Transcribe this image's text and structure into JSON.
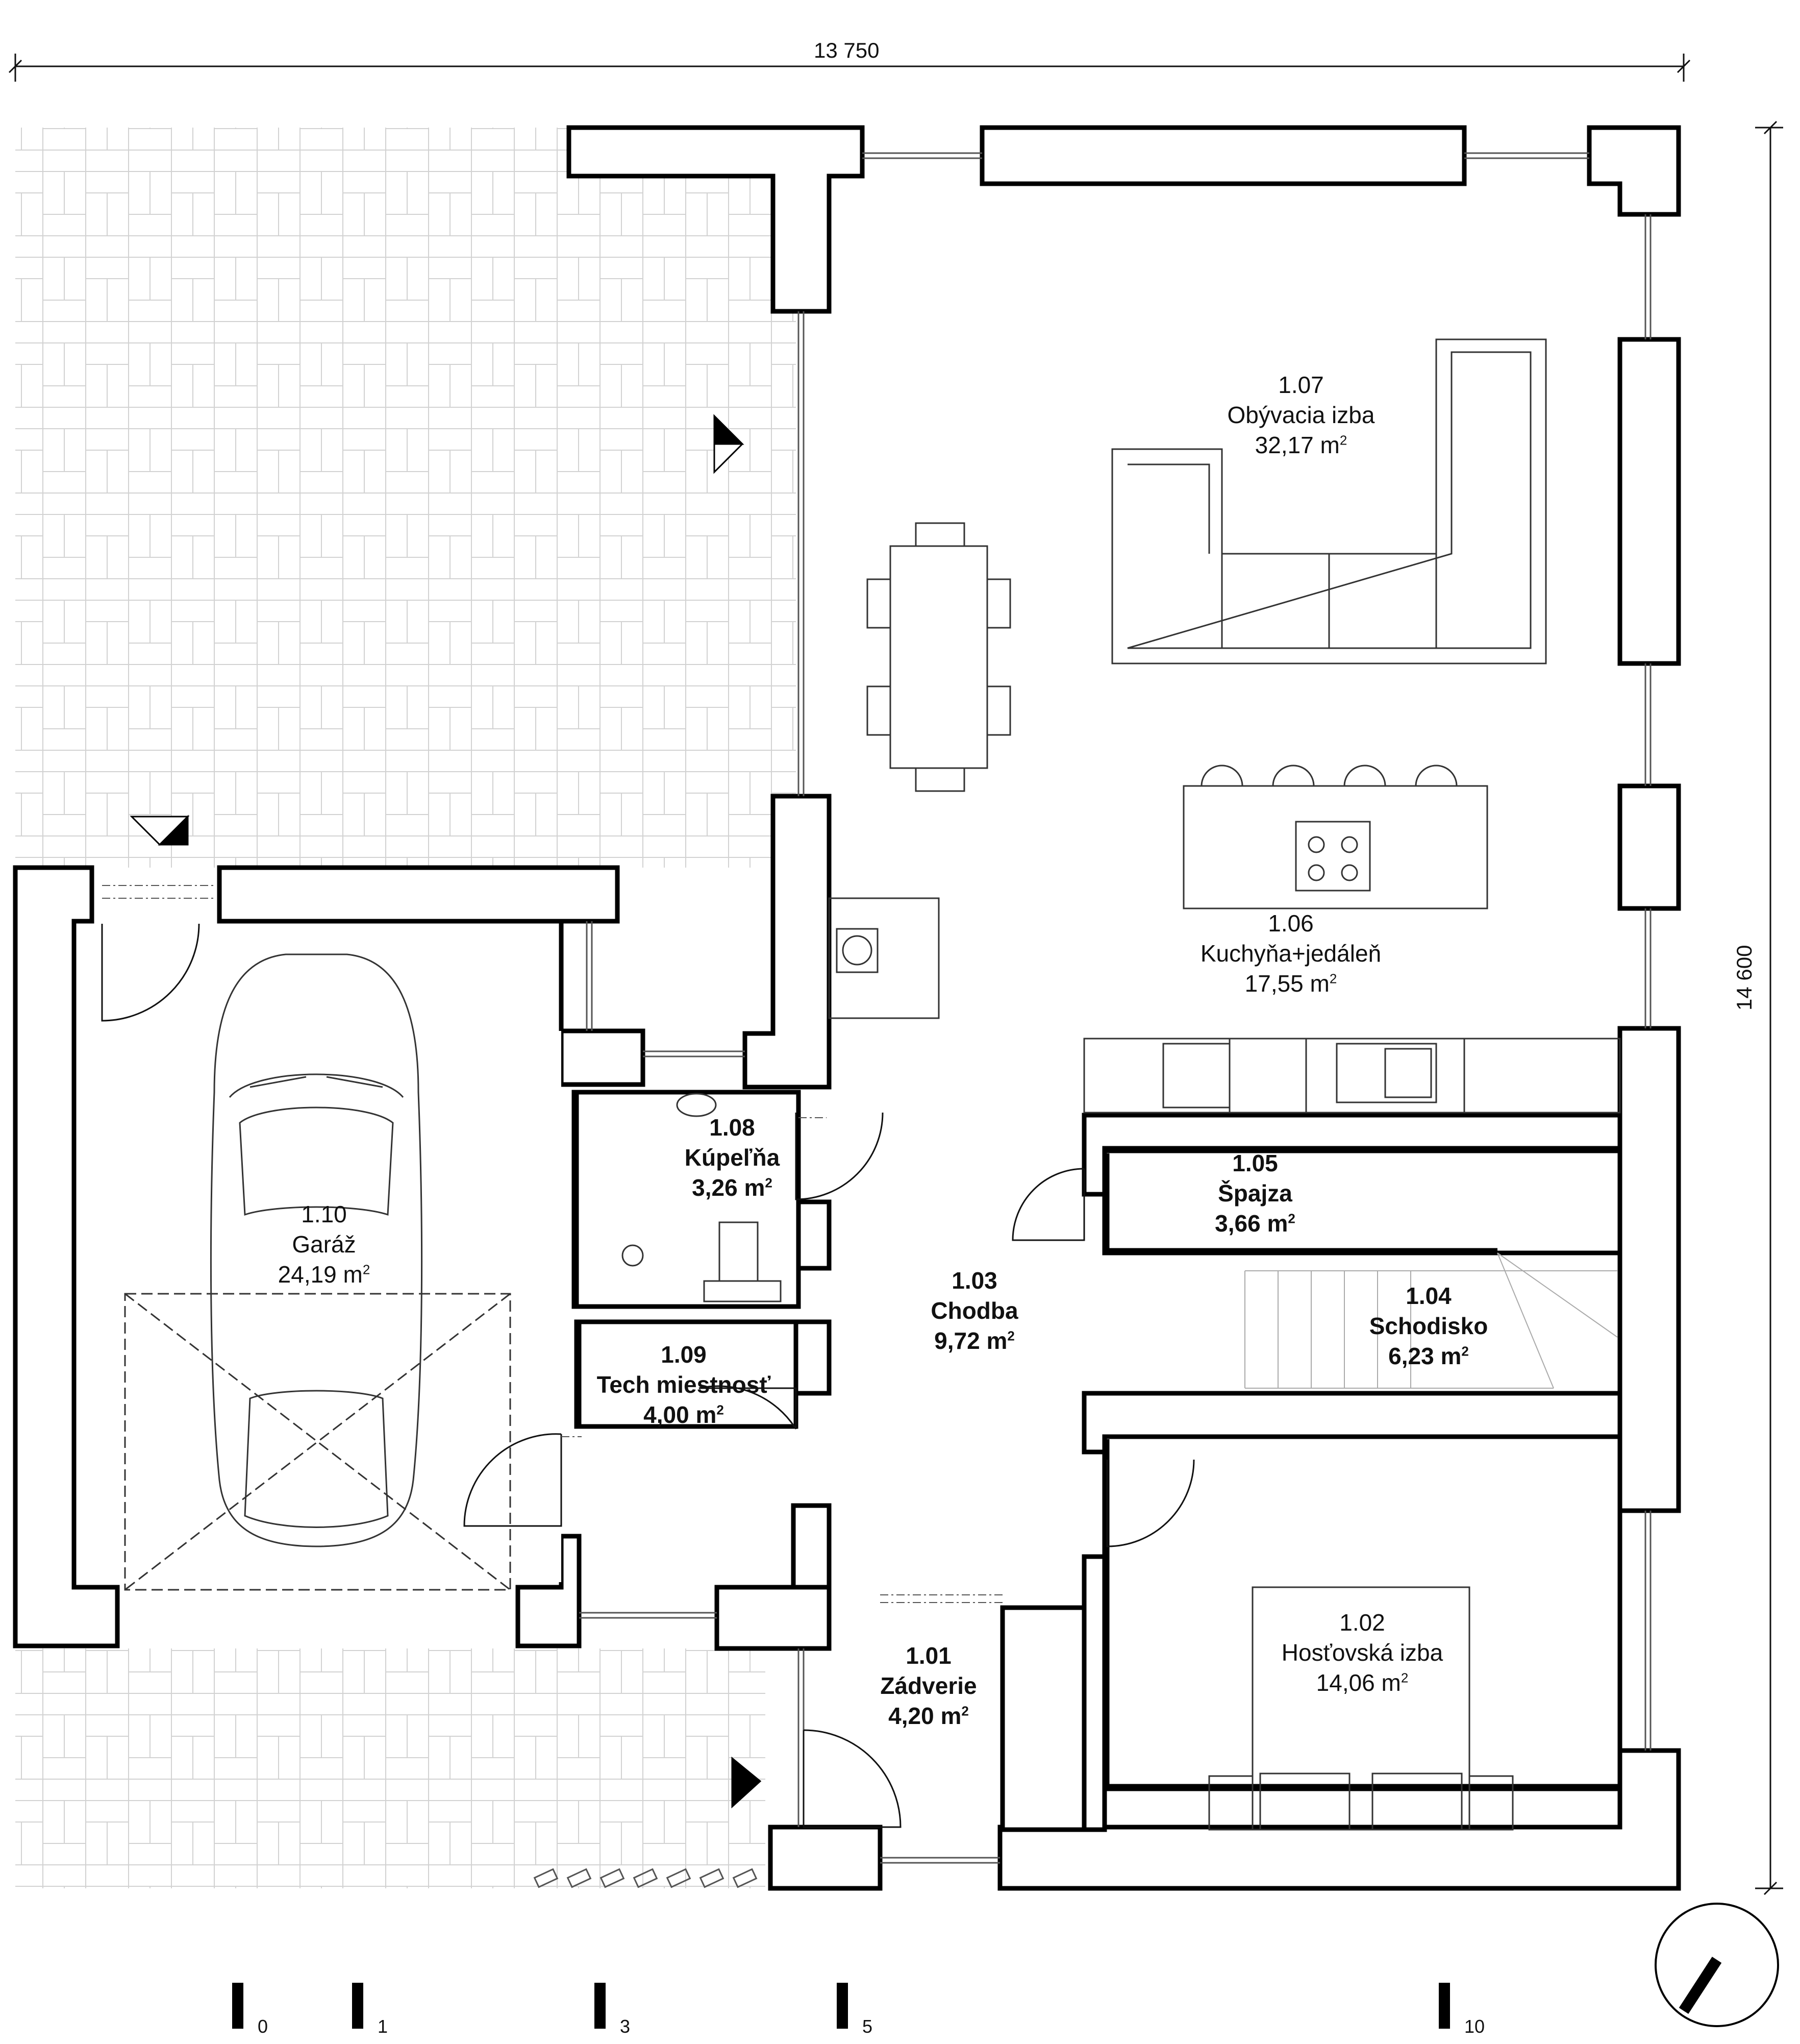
{
  "dimensions": {
    "width_label": "13 750",
    "height_label": "14 600"
  },
  "rooms": [
    {
      "id": "1.07",
      "name": "Obývacia izba",
      "area": "32,17 m",
      "unit_sup": "2"
    },
    {
      "id": "1.06",
      "name": "Kuchyňa+jedáleň",
      "area": "17,55 m",
      "unit_sup": "2"
    },
    {
      "id": "1.08",
      "name": "Kúpeľňa",
      "area": "3,26 m",
      "unit_sup": "2"
    },
    {
      "id": "1.05",
      "name": "Špajza",
      "area": "3,66 m",
      "unit_sup": "2"
    },
    {
      "id": "1.10",
      "name": "Garáž",
      "area": "24,19 m",
      "unit_sup": "2"
    },
    {
      "id": "1.03",
      "name": "Chodba",
      "area": "9,72 m",
      "unit_sup": "2"
    },
    {
      "id": "1.04",
      "name": "Schodisko",
      "area": "6,23 m",
      "unit_sup": "2"
    },
    {
      "id": "1.09",
      "name": "Tech miestnosť",
      "area": "4,00 m",
      "unit_sup": "2"
    },
    {
      "id": "1.01",
      "name": "Zádverie",
      "area": "4,20 m",
      "unit_sup": "2"
    },
    {
      "id": "1.02",
      "name": "Hosťovská izba",
      "area": "14,06 m",
      "unit_sup": "2"
    }
  ],
  "scale_bar": {
    "ticks": [
      "0",
      "1",
      "3",
      "5",
      "10"
    ]
  },
  "icons": {
    "north_arrow": "north-arrow-icon",
    "entrance_marker": "entrance-triangle-icon"
  }
}
